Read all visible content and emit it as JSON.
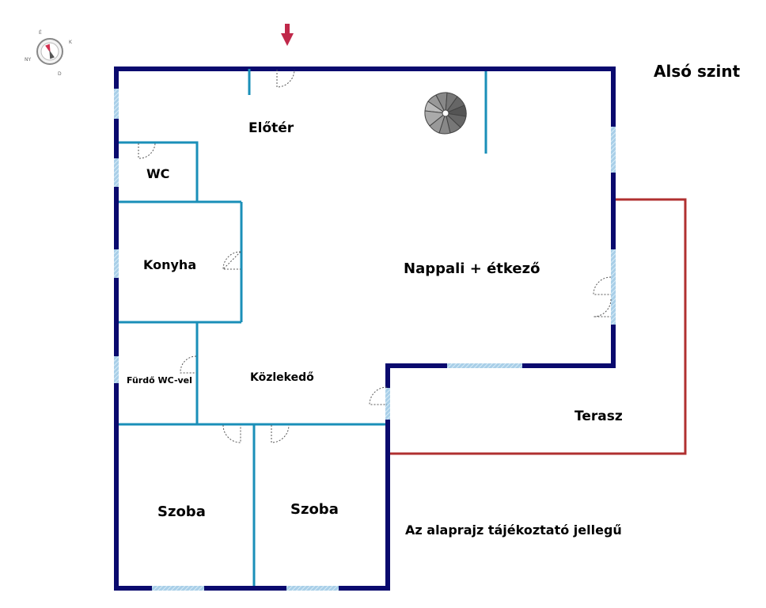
{
  "header": {
    "title": "Alsó szint"
  },
  "rooms": {
    "eloter": "Előtér",
    "wc": "WC",
    "konyha": "Konyha",
    "nappali": "Nappali + étkező",
    "furdo": "Fürdő WC-vel",
    "kozlekedo": "Közlekedő",
    "szoba1": "Szoba",
    "szoba2": "Szoba",
    "terasz": "Terasz"
  },
  "footer": {
    "note": "Az alaprajz tájékoztató jellegű"
  },
  "compass": {
    "letters": [
      "É",
      "K",
      "D",
      "NY"
    ]
  },
  "colors": {
    "outer_wall": "#0a0a6e",
    "inner_wall": "#1a8fb8",
    "window": "#a9cfe8",
    "terrace": "#b03030",
    "entrance_arrow": "#c0284a"
  }
}
